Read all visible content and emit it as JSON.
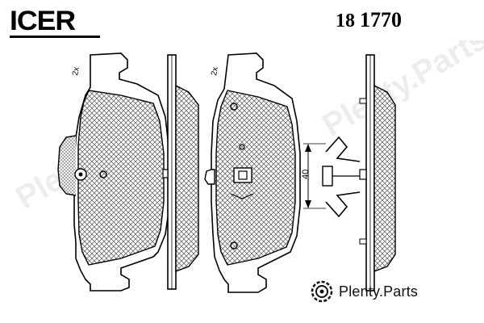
{
  "brand": {
    "logo_text": "ICER"
  },
  "part": {
    "prefix": "18",
    "number": "1770"
  },
  "drawing": {
    "left_pad_quantity": "2x",
    "right_pad_quantity": "2x",
    "clip_dimension": "40"
  },
  "watermark": {
    "site_name": "Plenty.Parts",
    "text": "Plenty.Parts"
  },
  "colors": {
    "outline": "#000000",
    "hatch": "#6b6b6b",
    "watermark": "#d9d9d9"
  },
  "icons": {
    "logo_icon": "gear-icon"
  }
}
